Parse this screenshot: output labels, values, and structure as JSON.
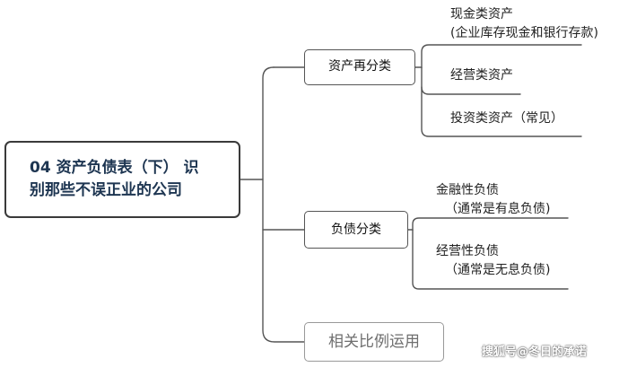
{
  "root": {
    "line1": "04 资产负债表（下） 识",
    "line2": "别那些不误正业的公司"
  },
  "branches": [
    {
      "label": "资产再分类",
      "leaves": [
        {
          "line1": "现金类资产",
          "line2": "(企业库存现金和银行存款)"
        },
        {
          "line1": "经营类资产"
        },
        {
          "line1": "投资类资产（常见）"
        }
      ]
    },
    {
      "label": "负债分类",
      "leaves": [
        {
          "line1": "金融性负债",
          "line2": "（通常是有息负债)"
        },
        {
          "line1": "经营性负债",
          "line2": "（通常是无息负债)"
        }
      ]
    },
    {
      "label": "相关比例运用",
      "leaves": []
    }
  ],
  "watermark": "搜狐号@冬日的承诺",
  "colors": {
    "root_text": "#1d3551",
    "line": "#555555",
    "border": "#3a3a3a"
  }
}
